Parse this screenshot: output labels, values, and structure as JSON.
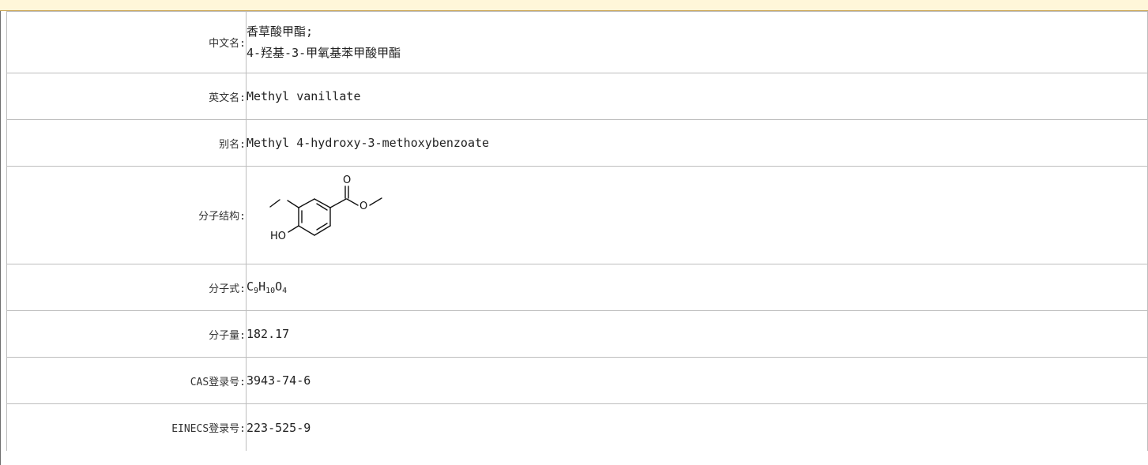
{
  "rows": {
    "chinese_name": {
      "label": "中文名:",
      "lines": [
        "香草酸甲酯;",
        "4-羟基-3-甲氧基苯甲酸甲酯"
      ]
    },
    "english_name": {
      "label": "英文名:",
      "value": "Methyl vanillate"
    },
    "alias": {
      "label": "别名:",
      "value": "Methyl 4-hydroxy-3-methoxybenzoate"
    },
    "structure": {
      "label": "分子结构:",
      "atoms": {
        "ketone_o": "O",
        "ester_o": "O",
        "hydroxyl": "HO"
      }
    },
    "formula": {
      "label": "分子式:",
      "parts": [
        {
          "el": "C",
          "n": "9"
        },
        {
          "el": "H",
          "n": "10"
        },
        {
          "el": "O",
          "n": "4"
        }
      ]
    },
    "molecular_weight": {
      "label": "分子量:",
      "value": "182.17"
    },
    "cas": {
      "label": "CAS登录号:",
      "value": "3943-74-6"
    },
    "einecs": {
      "label": "EINECS登录号:",
      "value": "223-525-9"
    }
  }
}
